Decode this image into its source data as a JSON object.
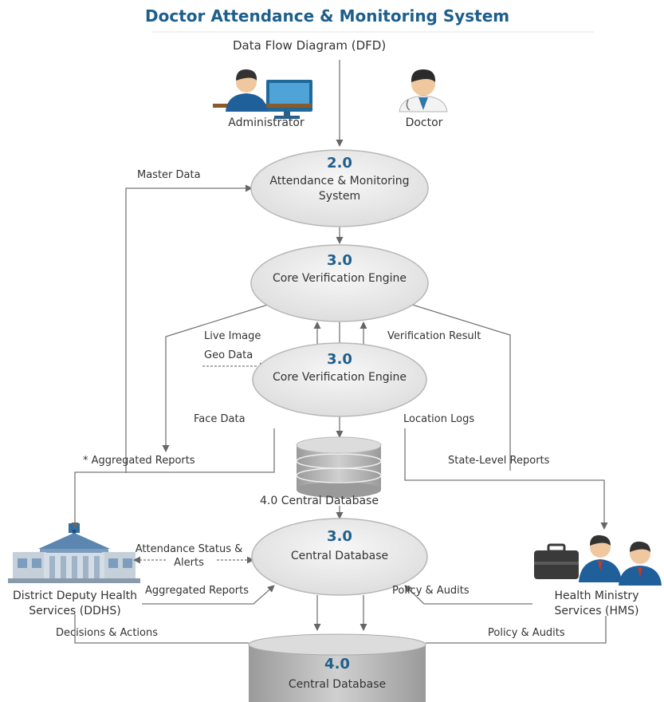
{
  "header": {
    "title": "Doctor Attendance & Monitoring System",
    "subtitle": "Data Flow Diagram (DFD)"
  },
  "actors": {
    "administrator": "Administrator",
    "doctor": "Doctor",
    "ddhs": "District Deputy Health Services (DDHS)",
    "hms": "Health Ministry Services (HMS)"
  },
  "processes": {
    "p1": {
      "number": "2.0",
      "name": "Attendance & Monitoring System"
    },
    "p2": {
      "number": "3.0",
      "name": "Core Verification Engine"
    },
    "p3": {
      "number": "3.0",
      "name": "Core Verification Engine"
    },
    "p4": {
      "number": "3.0",
      "name": "Central Database"
    }
  },
  "stores": {
    "s1": "4.0 Central Database",
    "s2": {
      "number": "4.0",
      "name": "Central Database"
    }
  },
  "flows": {
    "master_data": "Master Data",
    "live_image": "Live Image",
    "geo_data": "Geo Data",
    "verification_result": "Verification Result",
    "face_data": "Face Data",
    "location_logs": "Location Logs",
    "aggregated_reports_top": "* Aggregated Reports",
    "state_level_reports": "State-Level Reports",
    "attendance_status": "Attendance Status & Alerts",
    "aggregated_reports_bottom": "Aggregated Reports",
    "policy_audits_mid": "Policy & Audits",
    "decisions_actions": "Decisions & Actions",
    "policy_audits_bottom": "Policy & Audits"
  }
}
